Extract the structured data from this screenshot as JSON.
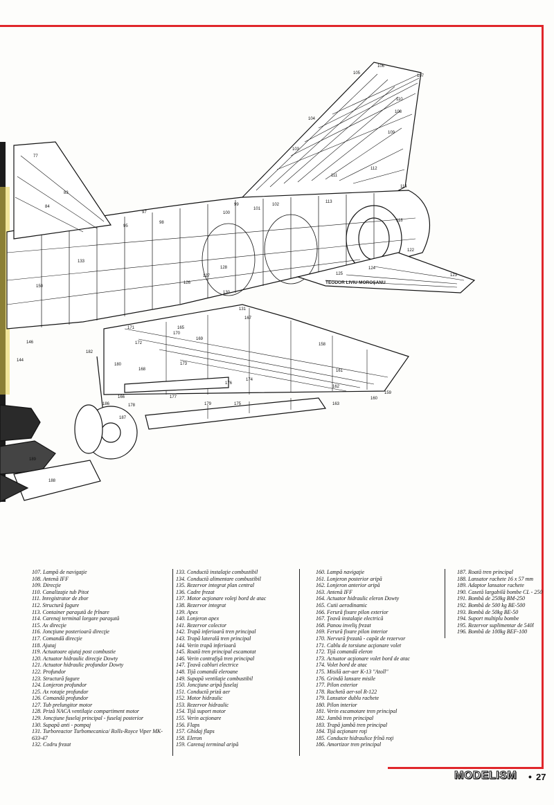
{
  "illustration": {
    "artist_signature": "TEODOR LIVIU MOROŞANU",
    "callouts": [
      "105",
      "106",
      "107",
      "104",
      "108",
      "109",
      "110",
      "103",
      "112",
      "111",
      "114",
      "77",
      "83",
      "84",
      "97",
      "99",
      "100",
      "101",
      "102",
      "113",
      "118",
      "122",
      "95",
      "98",
      "124",
      "123",
      "125",
      "133",
      "128",
      "127",
      "126",
      "130",
      "131",
      "150",
      "165",
      "167",
      "166",
      "168",
      "169",
      "170",
      "171",
      "172",
      "158",
      "146",
      "144",
      "182",
      "180",
      "161",
      "162",
      "176",
      "174",
      "173",
      "177",
      "178",
      "179",
      "175",
      "163",
      "160",
      "159",
      "186",
      "187",
      "189",
      "188"
    ]
  },
  "legend": {
    "col1": [
      "107. Lampă de navigaţie",
      "108. Antenă IFF",
      "109. Direcţie",
      "110. Canalizaţie tub Pitot",
      "111. Inregistrator de zbor",
      "112. Structură fagure",
      "113. Container paraşută de frînare",
      "114. Carenaj terminal lorgare paraşută",
      "115. Ax direcţie",
      "116. Joncţiune posterioară direcţie",
      "117. Comandă direcţie",
      "118. Ajutaj",
      "119. Actuatoare ajutaj post combustie",
      "120. Actuator hidraulic direcţie Dowty",
      "121. Actuator hidraulic profundor Dowty",
      "122. Profundor",
      "123. Structură fagure",
      "124. Lonjeron profundor",
      "125. Ax rotaţie profundor",
      "126. Comandă profundor",
      "127. Tub prelungitor motor",
      "128. Priză NACA ventilaţie compartiment motor",
      "129. Joncţiune fuselaj principal - fuselaj posterior",
      "130. Supapă anti - pompaj",
      "131. Turboreactor Turbomecanica/ Rolls-Royce Viper MK-",
      "633-47",
      "132. Codru frezat"
    ],
    "col2": [
      "133. Conductă instalaţie combustibil",
      "134. Conductă alimentare combustibil",
      "135. Rezervor integrat plan central",
      "136. Cadre frezat",
      "137. Motor acţionare voleţi bord de atac",
      "138. Rezervor integrat",
      "139. Apex",
      "140. Lonjeron apex",
      "141. Rezervor colector",
      "142. Trapă inferioară tren principal",
      "143. Trapă laterală tren principal",
      "144. Verin trapă inferioară",
      "145. Roată tren principal escamotat",
      "146. Verin contrafişă tren principal",
      "147. Ţeavă cabluri electrice",
      "148. Tijă comandă eleroane",
      "149. Supapă ventilaţie combustibil",
      "150. Joncţiune aripă fuselaj",
      "151. Conductă priză aer",
      "152. Motor hidraulic",
      "153. Rezervor hidraulic",
      "154. Tijă suport motor",
      "155. Verin acţionare",
      "156. Flaps",
      "157. Ghidaj flaps",
      "158. Eleron",
      "159. Carenaj terminal aripă"
    ],
    "col3": [
      "160. Lampă navigaţie",
      "161. Lonjeron posterior aripă",
      "162. Lonjeron anterior aripă",
      "163. Antenă IFF",
      "164. Actuator hidraulic eleron Dowty",
      "165. Cutii aerodinamic",
      "166. Ferură fixare pilon exterior",
      "167. Ţeavă instalaţie electrică",
      "168. Panou inveliş frezat",
      "169. Ferură fixare pilon interior",
      "170. Nervură frezată - capăt de rezervor",
      "171. Cablu de torsiune acţionare volet",
      "172. Tijă comandă eleron",
      "173. Actuator acţionare volet bord de atac",
      "174. Volet bord de atac",
      "175. Misilă aer-aer K-13 \"Atoll\"",
      "176. Grindă lansare misile",
      "177. Pilon exterior",
      "178. Rachetă aer-sol R-122",
      "179. Lansator dublu rachete",
      "180. Pilon interior",
      "181. Verin escamotare tren principal",
      "182. Jambă tren principal",
      "183. Trapă jambă tren principal",
      "184. Tijă acţionare roţi",
      "185. Conducte hidraulice frînă roţi",
      "186. Amortizor tren principal"
    ],
    "col4": [
      "187. Roată tren principal",
      "188. Lansator rachete 16 x 57 mm",
      "189. Adaptor lansator rachete",
      "190. Casetă largabilă bombe CL - 250",
      "191. Bombă de 250kg BM-250",
      "192. Bombă de 500 kg BE-500",
      "193. Bombă de 50kg BE-50",
      "194. Suport multiplu bombe",
      "195. Rezervor suplimentar de 540l",
      "196. Bombă de 100kg BEF-100"
    ]
  },
  "footer": {
    "brand": "MODELISM",
    "page_number": "27"
  },
  "colors": {
    "frame": "#e0262a",
    "ink": "#111111"
  }
}
